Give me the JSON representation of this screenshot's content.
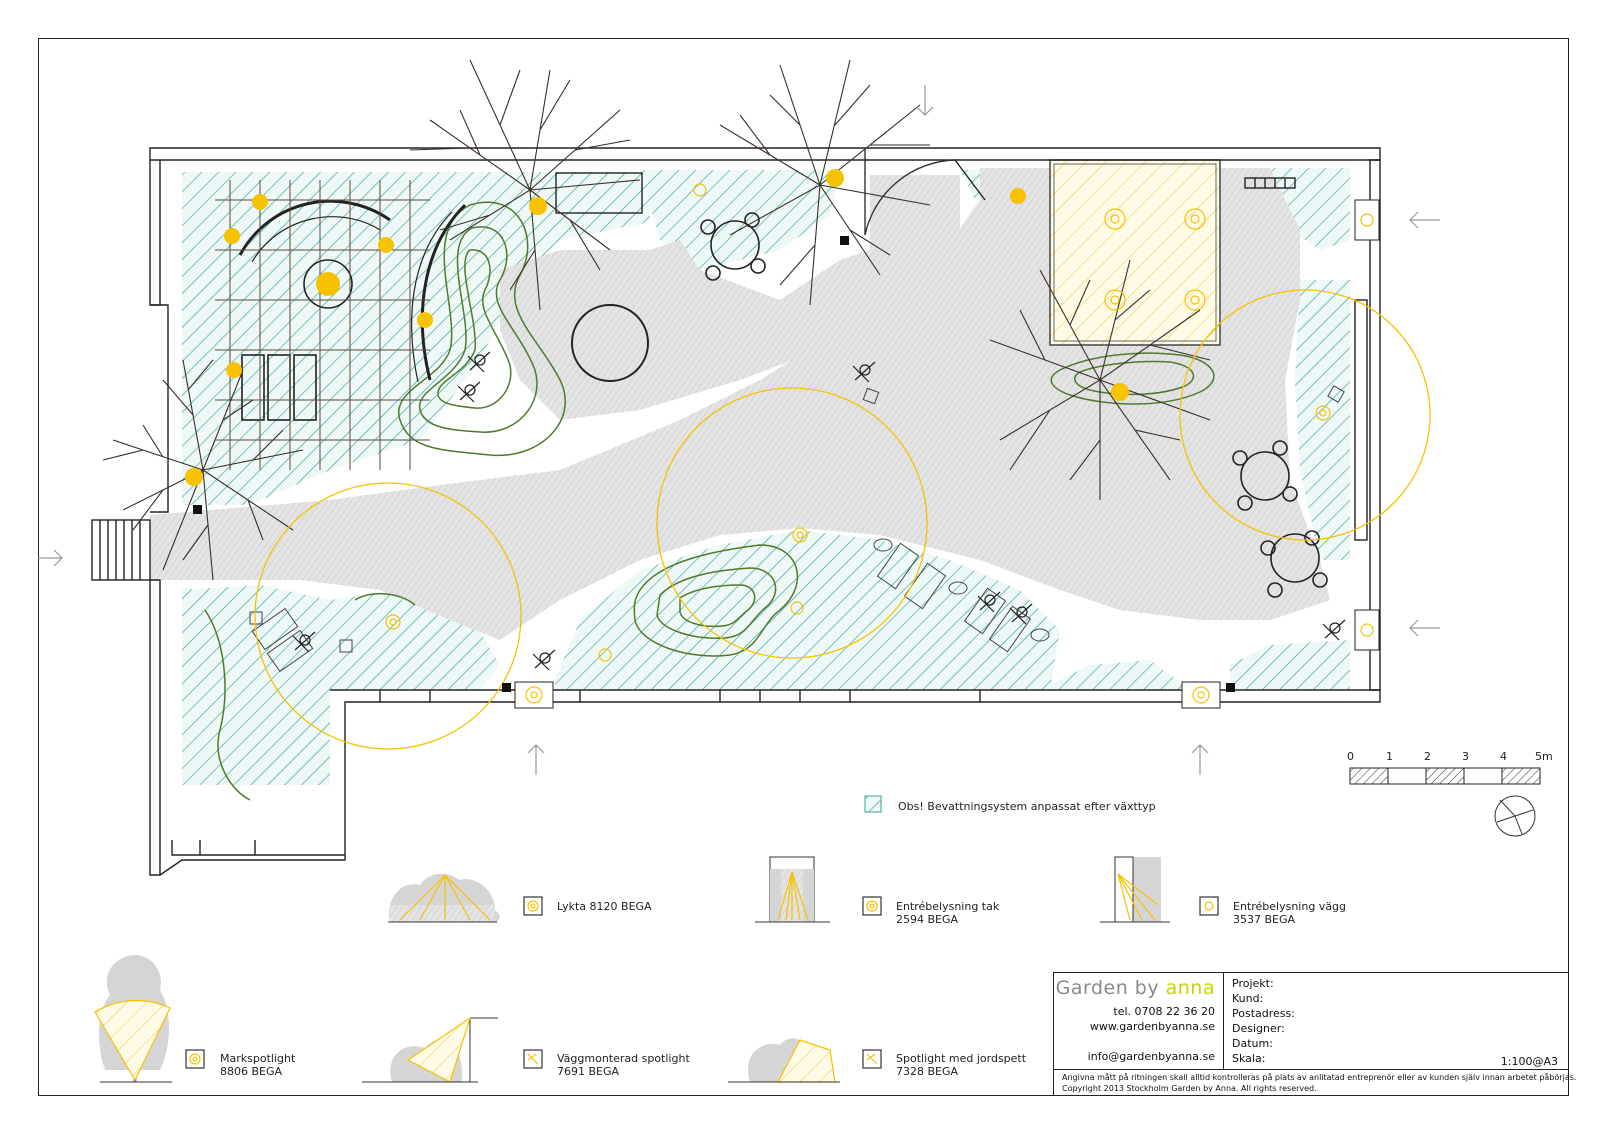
{
  "plan": {
    "irrigation_note": "Obs! Bevattningsystem anpassat efter växttyp"
  },
  "scale_bar": {
    "ticks": [
      "0",
      "1",
      "2",
      "3",
      "4",
      "5m"
    ]
  },
  "legend": [
    {
      "name": "Lykta 8120 BEGA",
      "line1": "Lykta 8120 BEGA",
      "line2": ""
    },
    {
      "name": "Entrébelysning tak",
      "line1": "Entrébelysning tak",
      "line2": "2594 BEGA"
    },
    {
      "name": "Entrébelysning vägg",
      "line1": "Entrébelysning vägg",
      "line2": "3537 BEGA"
    },
    {
      "name": "Markspotlight",
      "line1": "Markspotlight",
      "line2": "8806 BEGA"
    },
    {
      "name": "Väggmonterad spotlight",
      "line1": "Väggmonterad spotlight",
      "line2": "7691 BEGA"
    },
    {
      "name": "Spotlight med jordspett",
      "line1": "Spotlight med jordspett",
      "line2": "7328 BEGA"
    }
  ],
  "title_block": {
    "brand_main": "Garden by ",
    "brand_accent": "anna",
    "phone": "tel. 0708 22 36 20",
    "website": "www.gardenbyanna.se",
    "email": "info@gardenbyanna.se",
    "fields": [
      "Projekt:",
      "Kund:",
      "Postadress:",
      "Designer:",
      "Datum:",
      "Skala:"
    ],
    "scale_value": "1:100@A3",
    "note_line1": "Angivna mått på ritningen skall alltid kontrolleras på plats av anlitatad entreprenör eller av kunden själv innan arbetet påbörjas.",
    "note_line2": "Copyright 2013 Stockholm Garden by Anna. All rights reserved."
  },
  "colors": {
    "light": "#f7c200",
    "planting_hatch": "#3aa29a",
    "paving": "#d9d9d9",
    "plant_outline": "#4f7a2a",
    "line": "#222222"
  }
}
